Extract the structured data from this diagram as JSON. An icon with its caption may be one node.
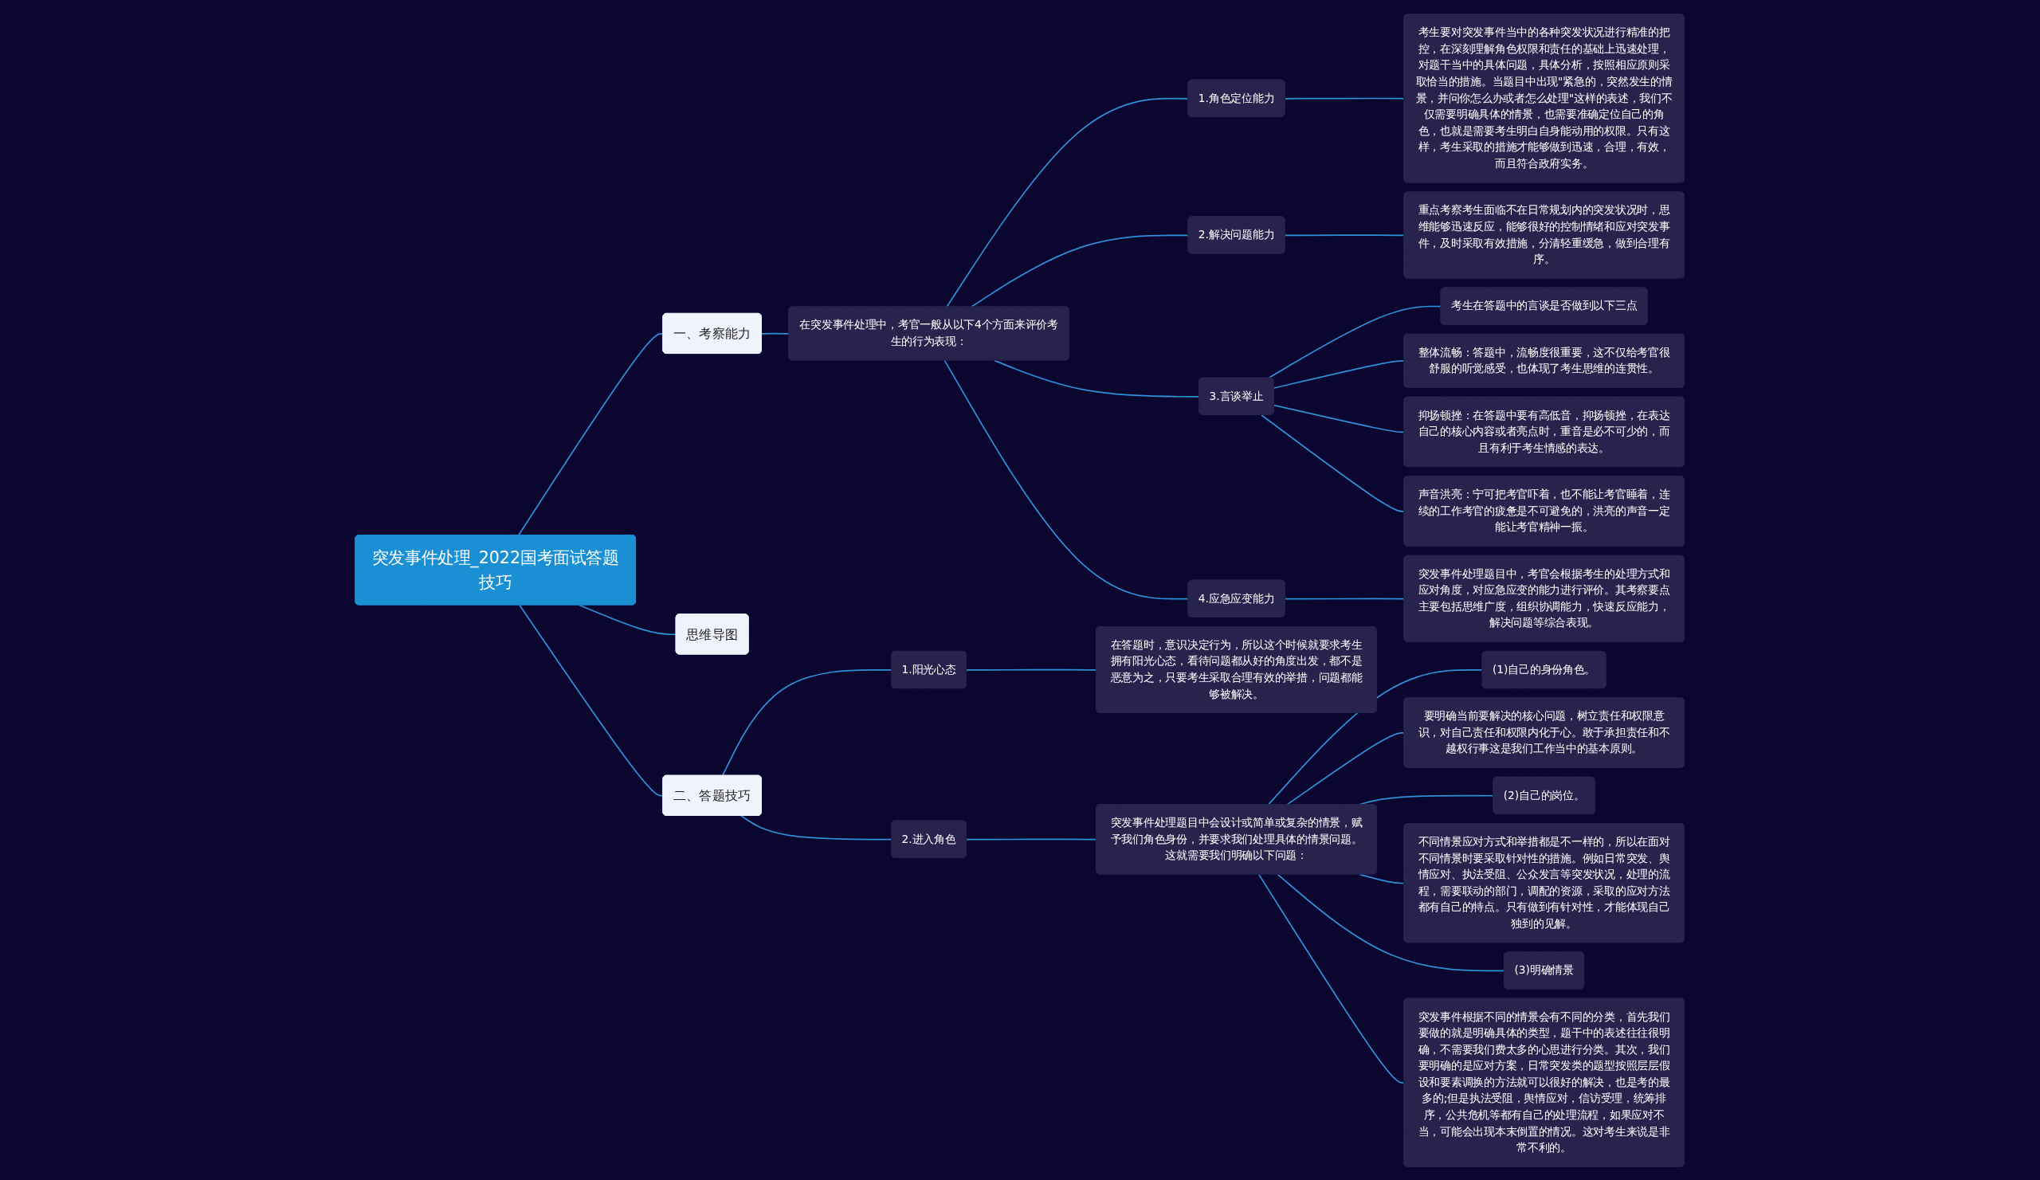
{
  "diagram": {
    "nodes": [
      {
        "text": [
          "突发事件处理_2022国考面试答题技巧"
        ]
      },
      {
        "text": [
          "一、考察能力"
        ]
      },
      {
        "text": [
          "在突发事件处理中，考官一般从以下4个方面来评价考生的行为表现："
        ]
      },
      {
        "text": [
          "1.角色定位能力"
        ]
      },
      {
        "text": [
          "考生要对突发事件当中的各种突发状况进行精准的把控，在深刻理解角色权限和责任的基础上迅速处理，对题干当中的具体问题，具体分析，按照相应原则采取恰当的措施。当题目中出现\"紧急的，突然发生的情景，并问你怎么办或者怎么处理\"这样的表述，我们不仅需要明确具体的情景，也需要准确定位自己的角色，也就是需要考生明白自身能动用的权限。只有这样，考生采取的措施才能够做到迅速，合理，有效，而且符合政府实务。"
        ]
      },
      {
        "text": [
          "2.解决问题能力"
        ]
      },
      {
        "text": [
          "重点考察考生面临不在日常规划内的突发状况时，思维能够迅速反应，能够很好的控制情绪和应对突发事件，及时采取有效措施，分清轻重缓急，做到合理有序。"
        ]
      },
      {
        "text": [
          "3.言谈举止"
        ]
      },
      {
        "text": [
          "考生在答题中的言谈是否做到以下三点"
        ]
      },
      {
        "text": [
          "整体流畅：答题中，流畅度很重要，这不仅给考官很舒服的听觉感受，也体现了考生思维的连贯性。"
        ]
      },
      {
        "text": [
          "抑扬顿挫：在答题中要有高低音，抑扬顿挫，在表达自己的核心内容或者亮点时，重音是必不可少的，而且有利于考生情感的表达。"
        ]
      },
      {
        "text": [
          "声音洪亮：宁可把考官吓着，也不能让考官睡着，连续的工作考官的疲惫是不可避免的，洪亮的声音一定能让考官精神一振。"
        ]
      },
      {
        "text": [
          "4.应急应变能力"
        ]
      },
      {
        "text": [
          "突发事件处理题目中，考官会根据考生的处理方式和应对角度，对应急应变的能力进行评价。其考察要点主要包括思维广度，组织协调能力，快速反应能力，解决问题等综合表现。"
        ]
      },
      {
        "text": [
          "思维导图"
        ]
      },
      {
        "text": [
          "二、答题技巧"
        ]
      },
      {
        "text": [
          "1.阳光心态"
        ]
      },
      {
        "text": [
          "在答题时，意识决定行为，所以这个时候就要求考生拥有阳光心态，看待问题都从好的角度出发，都不是恶意为之，只要考生采取合理有效的举措，问题都能够被解决。"
        ]
      },
      {
        "text": [
          "2.进入角色"
        ]
      },
      {
        "text": [
          "突发事件处理题目中会设计或简单或复杂的情景，赋予我们角色身份，并要求我们处理具体的情景问题。这就需要我们明确以下问题："
        ]
      },
      {
        "text": [
          "(1)自己的身份角色。"
        ]
      },
      {
        "text": [
          "要明确当前要解决的核心问题，树立责任和权限意识，对自己责任和权限内化于心。敢于承担责任和不越权行事这是我们工作当中的基本原则。"
        ]
      },
      {
        "text": [
          "(2)自己的岗位。"
        ]
      },
      {
        "text": [
          "不同情景应对方式和举措都是不一样的，所以在面对不同情景时要采取针对性的措施。例如日常突发、舆情应对、执法受阻、公众发言等突发状况，处理的流程，需要联动的部门，调配的资源，采取的应对方法都有自己的特点。只有做到有针对性，才能体现自己独到的见解。"
        ]
      },
      {
        "text": [
          "(3)明确情景"
        ]
      },
      {
        "text": [
          "突发事件根据不同的情景会有不同的分类，首先我们要做的就是明确具体的类型，题干中的表述往往很明确，不需要我们费太多的心思进行分类。其次，我们要明确的是应对方案，日常突发类的题型按照层层假设和要素调换的方法就可以很好的解决，也是考的最多的;但是执法受阻，舆情应对，信访受理，统筹排序，公共危机等都有自己的处理流程，如果应对不当，可能会出现本末倒置的情况。这对考生来说是非常不利的。"
        ]
      }
    ],
    "edges": [
      {
        "from": 0,
        "to": 1,
        "arrow": "none"
      },
      {
        "from": 1,
        "to": 2,
        "arrow": "none"
      },
      {
        "from": 2,
        "to": 3,
        "arrow": "none"
      },
      {
        "from": 3,
        "to": 4,
        "arrow": "none"
      },
      {
        "from": 2,
        "to": 5,
        "arrow": "none"
      },
      {
        "from": 5,
        "to": 6,
        "arrow": "none"
      },
      {
        "from": 2,
        "to": 7,
        "arrow": "none"
      },
      {
        "from": 7,
        "to": 8,
        "arrow": "none"
      },
      {
        "from": 7,
        "to": 9,
        "arrow": "none"
      },
      {
        "from": 7,
        "to": 10,
        "arrow": "none"
      },
      {
        "from": 7,
        "to": 11,
        "arrow": "none"
      },
      {
        "from": 2,
        "to": 12,
        "arrow": "none"
      },
      {
        "from": 12,
        "to": 13,
        "arrow": "none"
      },
      {
        "from": 0,
        "to": 14,
        "arrow": "none"
      },
      {
        "from": 0,
        "to": 15,
        "arrow": "none"
      },
      {
        "from": 15,
        "to": 16,
        "arrow": "none"
      },
      {
        "from": 16,
        "to": 17,
        "arrow": "none"
      },
      {
        "from": 15,
        "to": 18,
        "arrow": "none"
      },
      {
        "from": 18,
        "to": 19,
        "arrow": "none"
      },
      {
        "from": 19,
        "to": 20,
        "arrow": "none"
      },
      {
        "from": 19,
        "to": 21,
        "arrow": "none"
      },
      {
        "from": 19,
        "to": 22,
        "arrow": "none"
      },
      {
        "from": 19,
        "to": 23,
        "arrow": "none"
      },
      {
        "from": 19,
        "to": 24,
        "arrow": "none"
      },
      {
        "from": 19,
        "to": 25,
        "arrow": "none"
      }
    ]
  }
}
